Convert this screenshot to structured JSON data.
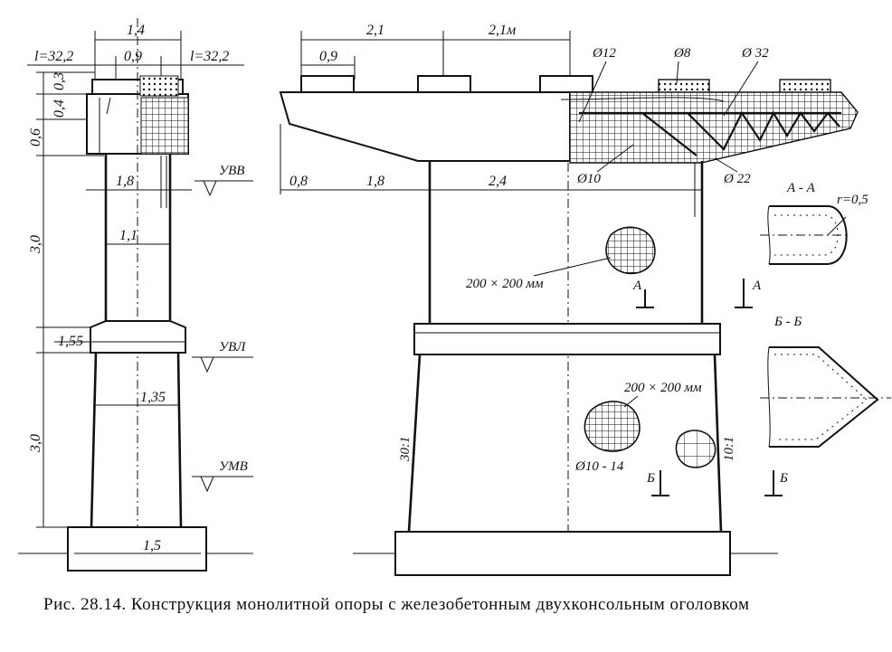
{
  "side_view": {
    "dims": {
      "top_total": "1,4",
      "top_mid": "0,9",
      "left_span": "l=32,2",
      "right_span": "l=32,2",
      "h1": "0,3",
      "h2": "0,4",
      "h3": "0,6",
      "col_w": "1,8",
      "col_inner": "1,1",
      "h_col": "3,0",
      "belt": "1,55",
      "h_base": "3,0",
      "base_w": "1,35",
      "footing_w": "1,5"
    },
    "levels": [
      "УВВ",
      "УВЛ",
      "УМВ"
    ]
  },
  "front_view": {
    "dims": {
      "top_left": "2,1",
      "top_right": "2,1м",
      "top_small": "0,9",
      "cant_left": "0,8",
      "mid": "1,8",
      "col": "2,4"
    },
    "rebar": {
      "d12": "Ø12",
      "d8": "Ø8",
      "d32": "Ø 32",
      "d10": "Ø10",
      "d22": "Ø 22",
      "d10_14": "Ø10 - 14"
    },
    "mesh_upper": "200 × 200 мм",
    "mesh_lower": "200 × 200 мм",
    "batter_left": "30:1",
    "batter_right": "10:1",
    "cut_a": "А",
    "cut_b": "Б"
  },
  "sections": {
    "a": {
      "title": "А - А",
      "radius": "r=0,5"
    },
    "b": {
      "title": "Б - Б"
    }
  },
  "caption": "Рис. 28.14. Конструкция монолитной опоры с железобетонным двухконсольным оголовком"
}
